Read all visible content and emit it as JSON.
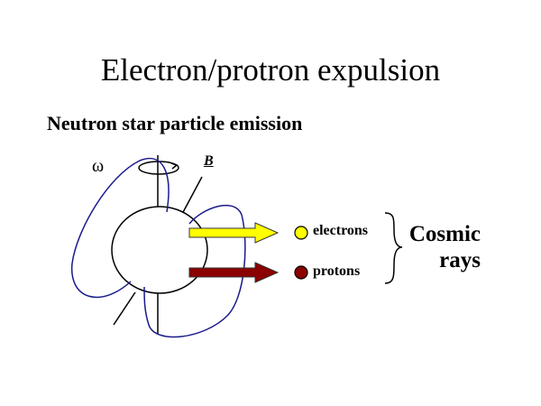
{
  "title": "Electron/protron expulsion",
  "subtitle": "Neutron star particle emission",
  "diagram": {
    "omega_label": "ω",
    "field_label": "B",
    "particles": [
      {
        "label": "electrons",
        "color": "#ffff00"
      },
      {
        "label": "protons",
        "color": "#8b0000"
      }
    ],
    "group_label_line1": "Cosmic",
    "group_label_line2": "rays",
    "field_line_color": "#1a1a8c"
  }
}
